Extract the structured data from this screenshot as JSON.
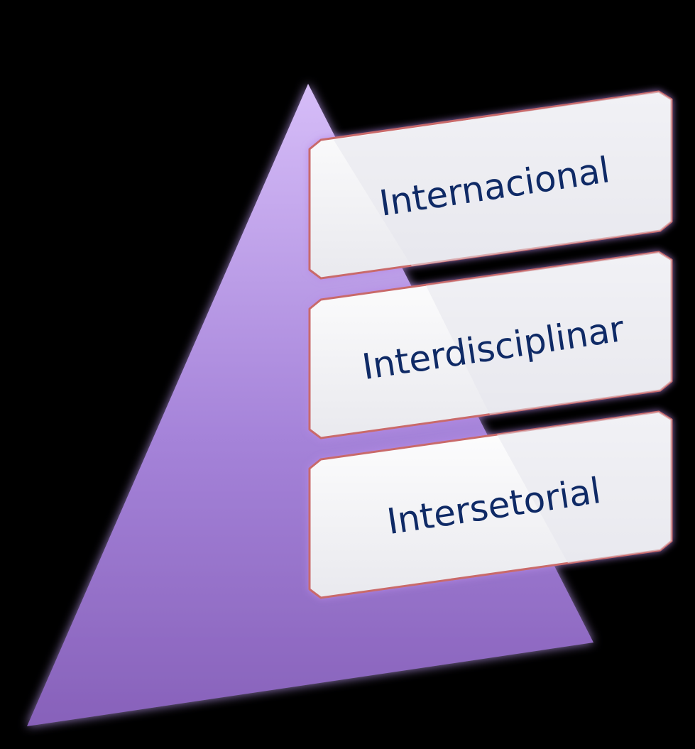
{
  "diagram": {
    "type": "pyramid",
    "colors": {
      "background": "#000000",
      "pyramid_top": "#d4b8f7",
      "pyramid_bottom": "#8a62bc",
      "glow": "#c9a6ff",
      "box_fill": "#f3f3f5",
      "box_border": "#c96b6b",
      "text": "#0f2a66"
    },
    "levels": [
      {
        "label": "Internacional"
      },
      {
        "label": "Interdisciplinar"
      },
      {
        "label": "Intersetorial"
      }
    ]
  }
}
